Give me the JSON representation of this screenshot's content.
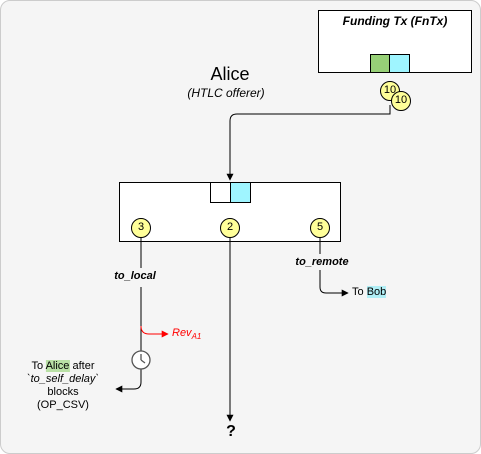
{
  "funding_tx": {
    "title": "Funding Tx (FnTx)"
  },
  "party": {
    "name": "Alice",
    "role": "(HTLC offerer)"
  },
  "funding_output": {
    "circle_a": "10",
    "circle_b": "10"
  },
  "commitment_outputs": [
    {
      "number": "3",
      "label": "to_local"
    },
    {
      "number": "2",
      "label": ""
    },
    {
      "number": "5",
      "label": "to_remote"
    }
  ],
  "to_remote_dest": {
    "prefix": "To ",
    "name": "Bob"
  },
  "revocation": {
    "text": "Rev",
    "subscript": "A1"
  },
  "to_local_dest": {
    "prefix": "To ",
    "name": "Alice",
    "after": " after",
    "line2": "`to_self_delay`",
    "line3": "blocks",
    "line4": "(OP_CSV)"
  },
  "unknown_output": {
    "label": "?"
  },
  "colors": {
    "circle_fill": "#ffff99",
    "green": "#97d077",
    "cyan": "#9ff5ff",
    "revocation": "#ff0000",
    "background": "#f5f5f5"
  }
}
